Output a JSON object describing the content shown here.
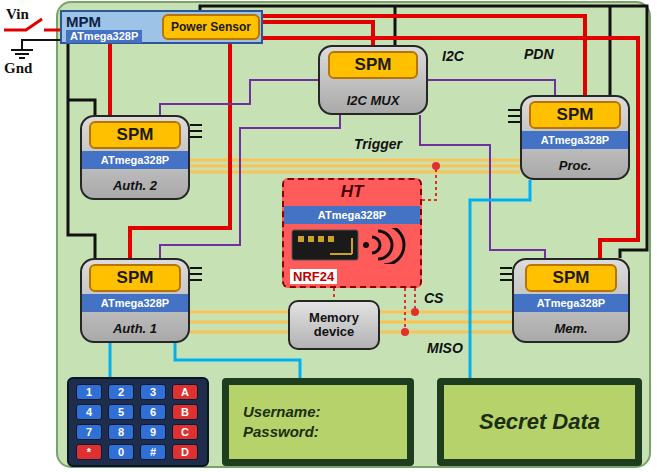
{
  "diagram": {
    "nodes": [
      {
        "text": [
          "MPM",
          "ATmega328P"
        ]
      },
      {
        "text": [
          "Power Sensor"
        ],
        "in": 0
      },
      {
        "text": [
          "I2C MUX"
        ]
      },
      {
        "text": [
          "SPM"
        ],
        "in": 2
      },
      {
        "text": [
          "Auth. 2"
        ]
      },
      {
        "text": [
          "SPM"
        ],
        "in": 4
      },
      {
        "text": [
          "ATmega328P"
        ],
        "in": 4
      },
      {
        "text": [
          "Proc."
        ]
      },
      {
        "text": [
          "SPM"
        ],
        "in": 7
      },
      {
        "text": [
          "ATmega328P"
        ],
        "in": 7
      },
      {
        "text": [
          "HT"
        ]
      },
      {
        "text": [
          "ATmega328P"
        ],
        "in": 10
      },
      {
        "text": [
          "NRF24"
        ],
        "in": 10
      },
      {
        "text": [
          "Auth. 1"
        ]
      },
      {
        "text": [
          "SPM"
        ],
        "in": 13
      },
      {
        "text": [
          "ATmega328P"
        ],
        "in": 13
      },
      {
        "text": [
          "Memory device"
        ]
      },
      {
        "text": [
          "Mem."
        ]
      },
      {
        "text": [
          "SPM"
        ],
        "in": 17
      },
      {
        "text": [
          "ATmega328P"
        ],
        "in": 17
      },
      {
        "text": [
          "1"
        ]
      },
      {
        "text": [
          "2"
        ]
      },
      {
        "text": [
          "3"
        ]
      },
      {
        "text": [
          "A"
        ]
      },
      {
        "text": [
          "4"
        ]
      },
      {
        "text": [
          "5"
        ]
      },
      {
        "text": [
          "6"
        ]
      },
      {
        "text": [
          "B"
        ]
      },
      {
        "text": [
          "7"
        ]
      },
      {
        "text": [
          "8"
        ]
      },
      {
        "text": [
          "9"
        ]
      },
      {
        "text": [
          "C"
        ]
      },
      {
        "text": [
          "*"
        ]
      },
      {
        "text": [
          "0"
        ]
      },
      {
        "text": [
          "#"
        ]
      },
      {
        "text": [
          "D"
        ]
      },
      {
        "text": [
          "Username:",
          "Password:"
        ]
      },
      {
        "text": [
          "Secret Data"
        ]
      }
    ],
    "edges": [
      {
        "from": 0,
        "to": 2,
        "arrow": "none"
      },
      {
        "from": 0,
        "to": 4,
        "arrow": "none"
      },
      {
        "from": 0,
        "to": 7,
        "arrow": "none"
      },
      {
        "from": 0,
        "to": 13,
        "arrow": "none"
      },
      {
        "from": 0,
        "to": 17,
        "arrow": "none"
      },
      {
        "from": 2,
        "to": 4,
        "arrow": "none"
      },
      {
        "from": 2,
        "to": 7,
        "arrow": "none"
      },
      {
        "from": 2,
        "to": 13,
        "arrow": "none"
      },
      {
        "from": 2,
        "to": 17,
        "arrow": "none"
      },
      {
        "from": 10,
        "to": 16,
        "arrow": "none"
      },
      {
        "from": 16,
        "to": 17,
        "arrow": "none"
      },
      {
        "from": 13,
        "to": 36,
        "arrow": "none"
      },
      {
        "from": 7,
        "to": 37,
        "arrow": "none"
      }
    ],
    "labels": [
      "Vin",
      "Gnd",
      "I2C",
      "PDN",
      "Trigger",
      "MISO",
      "CS"
    ]
  }
}
